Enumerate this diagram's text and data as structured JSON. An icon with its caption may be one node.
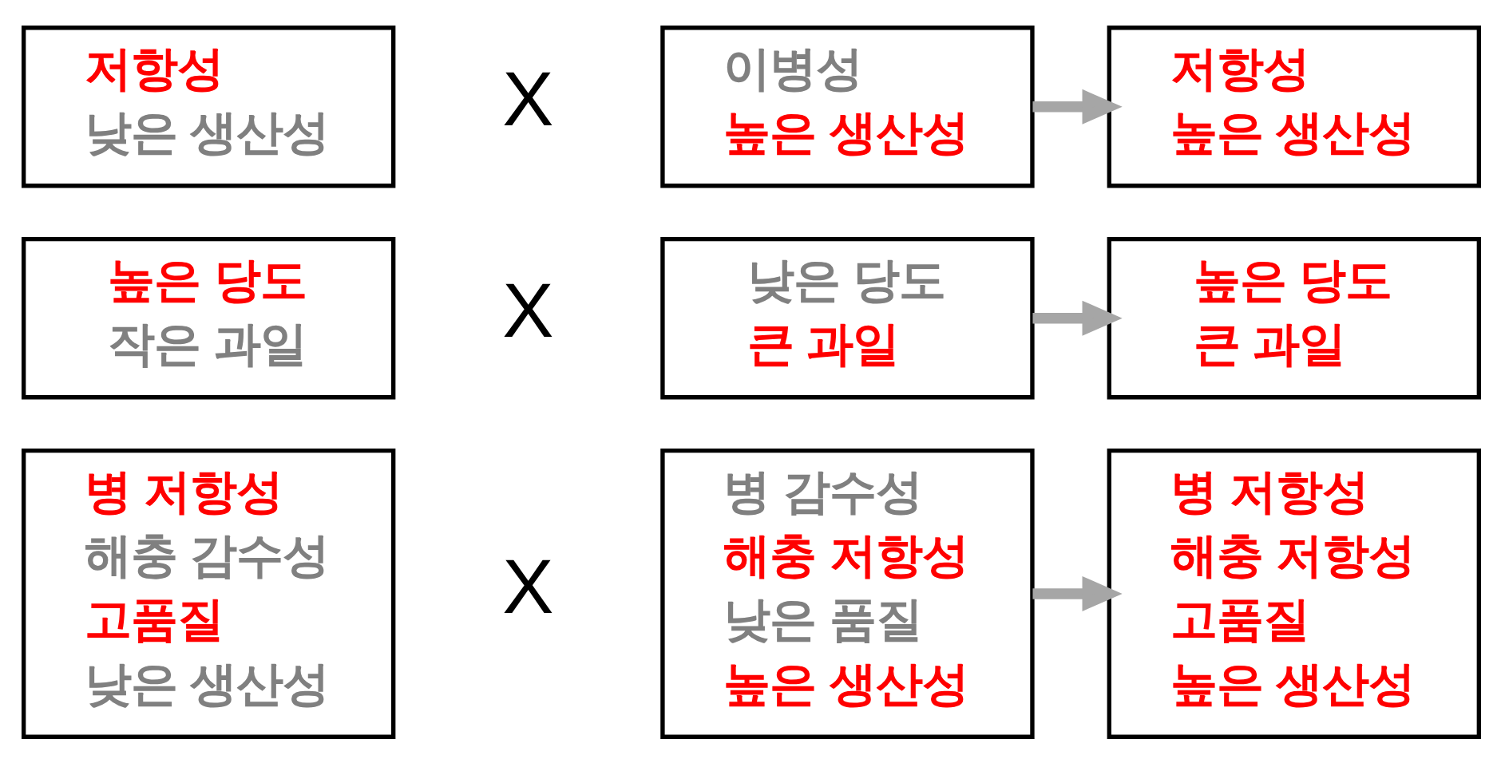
{
  "diagram": {
    "nodes": [
      {
        "text": [
          "저항성",
          "낮은 생산성"
        ]
      },
      {
        "text": [
          "이병성",
          "높은 생산성"
        ]
      },
      {
        "text": [
          "저항성",
          "높은 생산성"
        ]
      },
      {
        "text": [
          "높은 당도",
          "작은 과일"
        ]
      },
      {
        "text": [
          "낮은 당도",
          "큰 과일"
        ]
      },
      {
        "text": [
          "높은 당도",
          "큰 과일"
        ]
      },
      {
        "text": [
          "병 저항성",
          "해충 감수성",
          "고품질",
          "낮은 생산성"
        ]
      },
      {
        "text": [
          "병 감수성",
          "해충 저항성",
          "낮은 품질",
          "높은 생산성"
        ]
      },
      {
        "text": [
          "병 저항성",
          "해충 저항성",
          "고품질",
          "높은 생산성"
        ]
      }
    ],
    "edges": [
      {
        "from": 1,
        "to": 2,
        "arrow": "to"
      },
      {
        "from": 4,
        "to": 5,
        "arrow": "to"
      },
      {
        "from": 7,
        "to": 8,
        "arrow": "to"
      }
    ],
    "labels": [
      "X",
      "X",
      "X"
    ]
  }
}
